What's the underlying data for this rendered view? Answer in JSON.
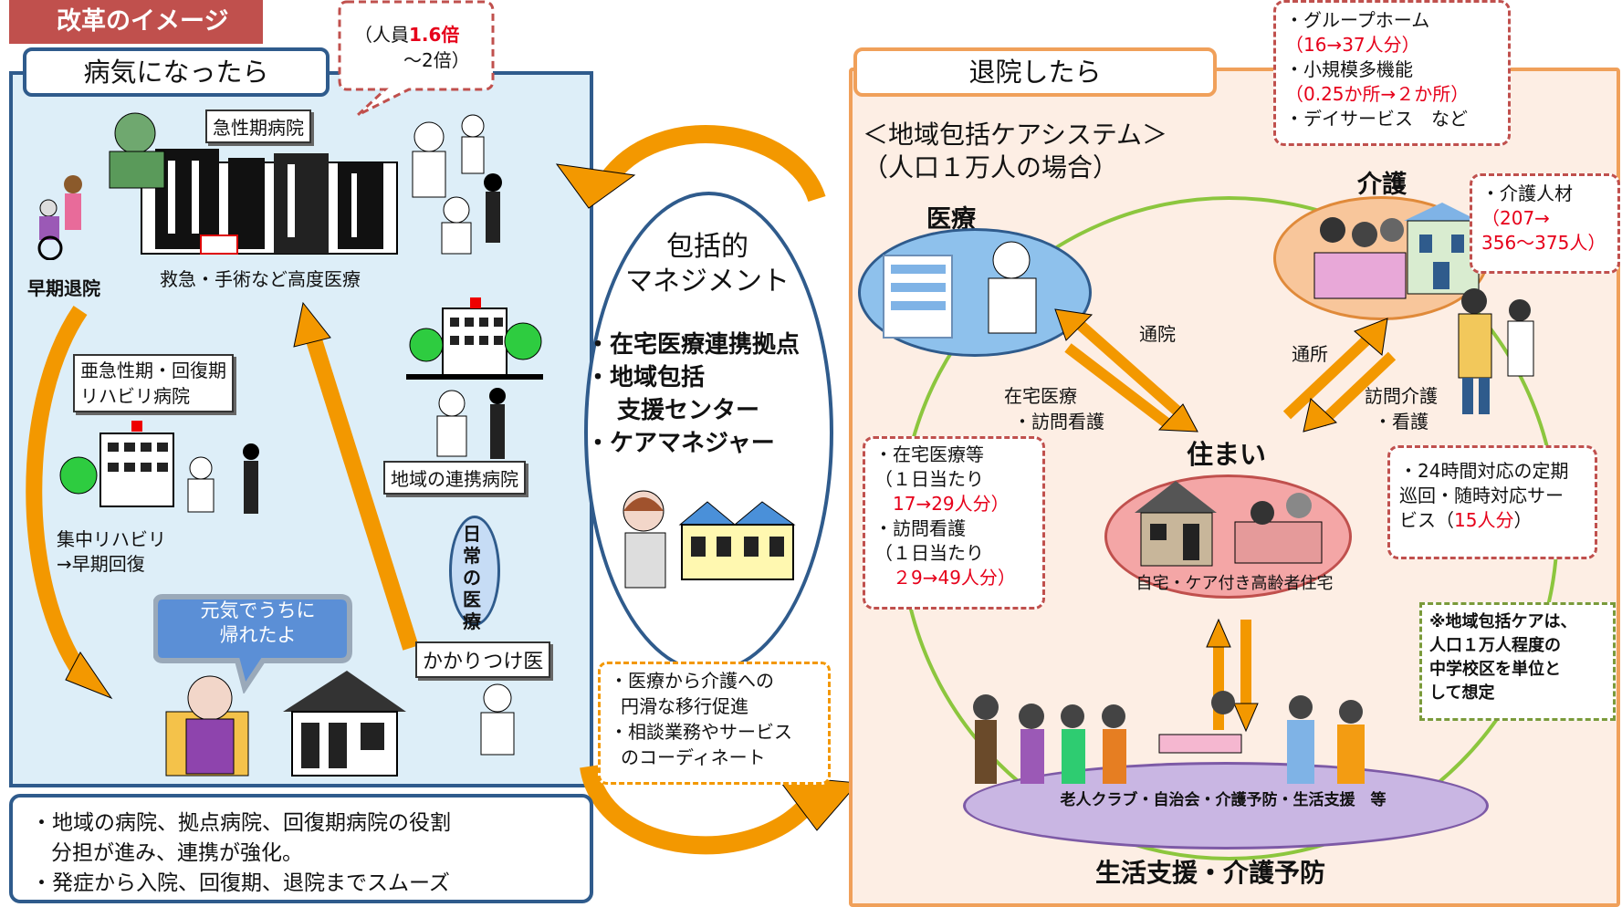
{
  "header": {
    "title": "改革のイメージ"
  },
  "staff_bubble": {
    "line1_prefix": "（人員",
    "line1_value": "1.6倍",
    "line2": "～2倍）"
  },
  "left": {
    "title": "病気になったら",
    "acute_hospital": "急性期病院",
    "emergency": "救急・手術など高度医療",
    "early_discharge": "早期退院",
    "subacute_line1": "亜急性期・回復期",
    "subacute_line2": "リハビリ病院",
    "rehab_line1": "集中リハビリ",
    "rehab_line2": "→早期回復",
    "regional_hospital": "地域の連携病院",
    "daily_care": "日常の医療",
    "family_doctor": "かかりつけ医",
    "speech_line1": "元気でうちに",
    "speech_line2": "帰れたよ"
  },
  "center": {
    "title_line1": "包括的",
    "title_line2": "マネジメント",
    "item1": "・在宅医療連携拠点",
    "item2a": "・地域包括",
    "item2b": "支援センター",
    "item3": "・ケアマネジャー",
    "note_line1": "・医療から介護への",
    "note_line2": "円滑な移行促進",
    "note_line3": "・相談業務やサービス",
    "note_line4": "のコーディネート"
  },
  "right": {
    "title": "退院したら",
    "system_line1": "＜地域包括ケアシステム＞",
    "system_line2": "（人口１万人の場合）",
    "medical": "医療",
    "care": "介護",
    "home": "住まい",
    "home_caption": "自宅・ケア付き高齢者住宅",
    "visit_hospital": "通院",
    "visit_facility": "通所",
    "home_medical_line1": "在宅医療",
    "home_medical_line2": "・訪問看護",
    "visit_care_line1": "訪問介護",
    "visit_care_line2": "・看護",
    "club": "老人クラブ・自治会・介護予防・生活支援　等",
    "support": "生活支援・介護予防"
  },
  "care_services": {
    "l1": "・グループホーム",
    "l2": "（16→37人分）",
    "l3": "・小規模多機能",
    "l4": "（0.25か所→２か所）",
    "l5": "・デイサービス　など"
  },
  "care_staff": {
    "l1": "・介護人材",
    "l2": "（207→",
    "l3": "356～375人）"
  },
  "home_medical_box": {
    "l1": "・在宅医療等",
    "l2": "（１日当たり",
    "l3": "17→29人分）",
    "l4": "・訪問看護",
    "l5": "（１日当たり",
    "l6": "２9→49人分）"
  },
  "periodic_box": {
    "l1": "・24時間対応の定期",
    "l2": "巡回・随時対応サー",
    "l3": "ビス（",
    "l3_red": "15人分",
    "l3_end": "）"
  },
  "footnote": {
    "l1": "※地域包括ケアは、",
    "l2": "人口１万人程度の",
    "l3": "中学校区を単位と",
    "l4": "して想定"
  },
  "bottom": {
    "l1": "・地域の病院、拠点病院、回復期病院の役割",
    "l2": "分担が進み、連携が強化。",
    "l3": "・発症から入院、回復期、退院までスムーズ"
  },
  "colors": {
    "header_bg": "#c0504d",
    "left_border": "#2f5b8c",
    "right_border": "#f0a05a",
    "arrow": "#f39800",
    "accent_red": "#e6001a"
  }
}
